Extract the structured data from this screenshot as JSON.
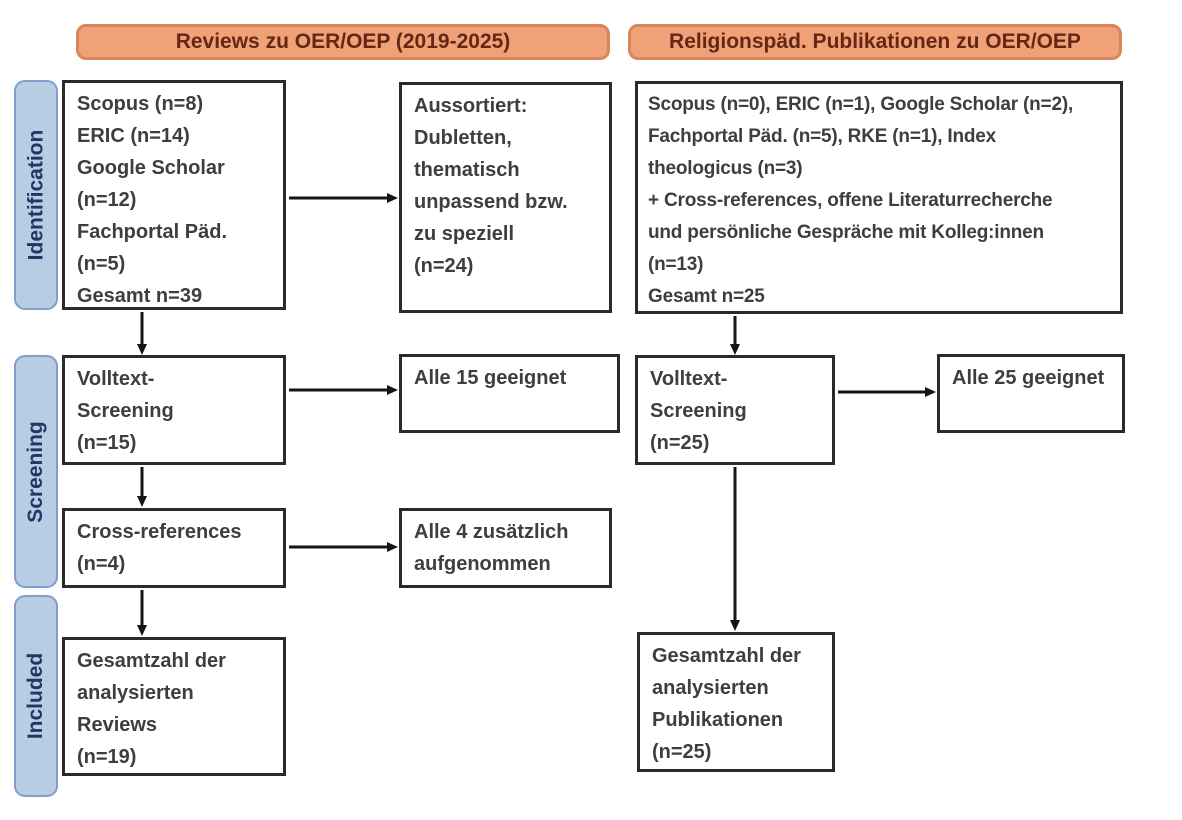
{
  "diagram": {
    "headers": {
      "left": "Reviews zu OER/OEP (2019-2025)",
      "right": "Religionspäd. Publikationen zu OER/OEP"
    },
    "stage_labels": {
      "identification": "Identification",
      "screening": "Screening",
      "included": "Included"
    },
    "left_column": {
      "sources": "Scopus (n=8)\nERIC (n=14)\nGoogle Scholar\n(n=12)\nFachportal Päd.\n(n=5)\nGesamt n=39",
      "excluded": "Aussortiert:\nDubletten,\nthematisch\nunpassend bzw.\nzu speziell\n(n=24)",
      "fulltext_screening": "Volltext-\nScreening\n(n=15)",
      "fulltext_result": "Alle 15 geeignet",
      "cross_references": "Cross-references\n(n=4)",
      "cross_references_result": "Alle 4 zusätzlich\naufgenommen",
      "included_total": "Gesamtzahl der\nanalysierten\nReviews\n(n=19)"
    },
    "right_column": {
      "sources": "Scopus (n=0), ERIC (n=1), Google Scholar (n=2),\nFachportal Päd. (n=5), RKE (n=1), Index\ntheologicus (n=3)\n+ Cross-references, offene Literaturrecherche\nund persönliche Gespräche mit Kolleg:innen\n(n=13)\nGesamt n=25",
      "fulltext_screening": "Volltext-\nScreening\n(n=25)",
      "fulltext_result": "Alle 25 geeignet",
      "included_total": "Gesamtzahl der\nanalysierten\nPublikationen\n(n=25)"
    },
    "colors": {
      "header_fill": "#F1A178",
      "header_border": "#D8875A",
      "header_text": "#652715",
      "stage_fill": "#B8CCE4",
      "stage_border": "#7E9FC9",
      "stage_text": "#1F3864",
      "box_border": "#2A2A2A",
      "box_text": "#3E3E3E",
      "arrow": "#151515"
    }
  }
}
